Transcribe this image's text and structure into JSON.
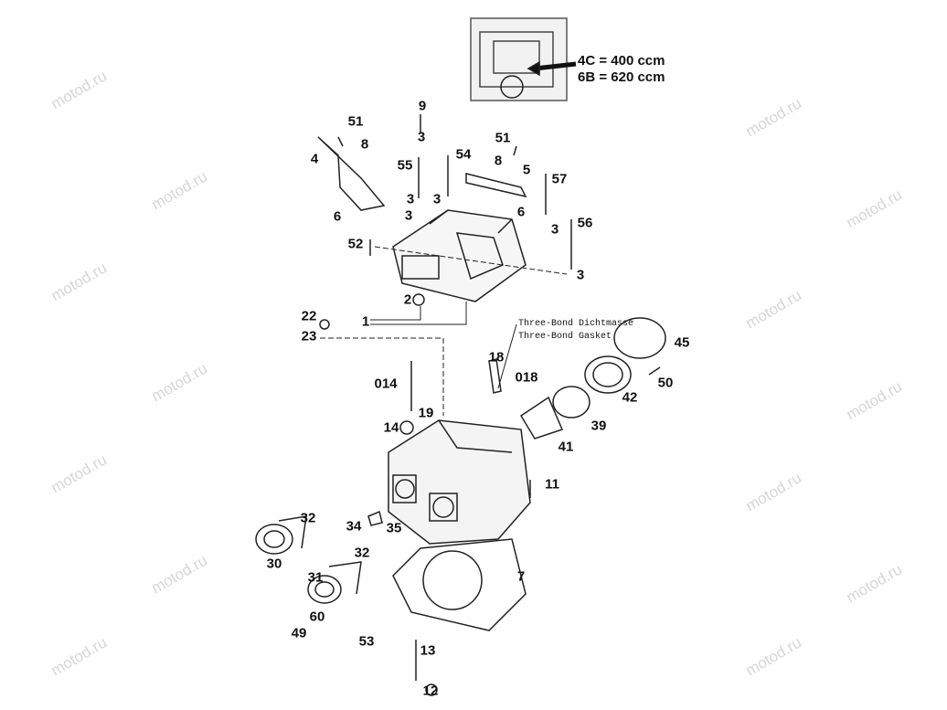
{
  "watermark": "motod.ru",
  "inset": {
    "line1": "4C = 400 ccm",
    "line2": "6B = 620 ccm"
  },
  "notes": {
    "line1": "Three-Bond Dichtmasse",
    "line2": "Three-Bond Gasket"
  },
  "labels": [
    "9",
    "51",
    "8",
    "4",
    "3",
    "54",
    "55",
    "51",
    "8",
    "5",
    "57",
    "3",
    "3",
    "6",
    "6",
    "3",
    "56",
    "3",
    "52",
    "3",
    "2",
    "22",
    "1",
    "23",
    "45",
    "18",
    "018",
    "014",
    "50",
    "42",
    "19",
    "14",
    "39",
    "41",
    "11",
    "32",
    "34",
    "35",
    "30",
    "32",
    "7",
    "31",
    "60",
    "49",
    "53",
    "13",
    "12"
  ]
}
